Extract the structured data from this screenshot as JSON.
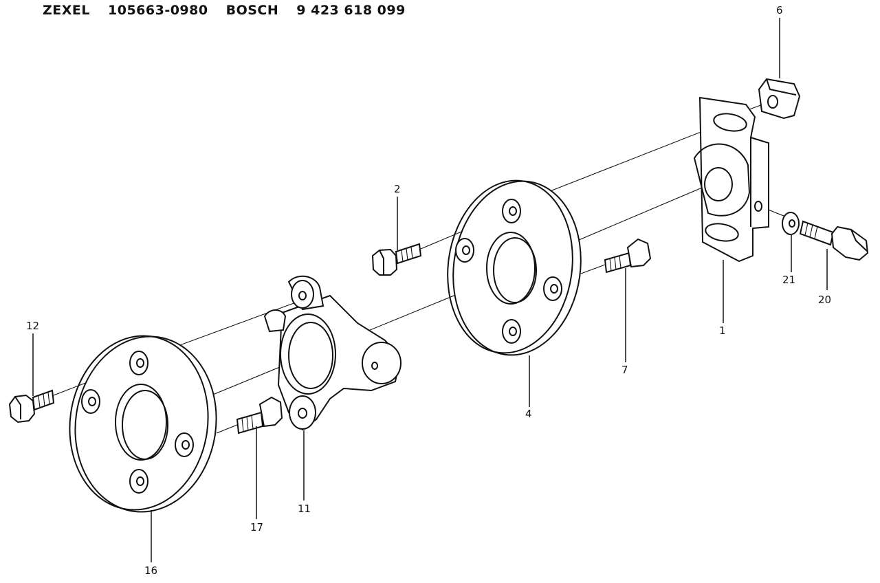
{
  "header": {
    "maker1": "ZEXEL",
    "code1": "105663-0980",
    "maker2": "BOSCH",
    "code2": "9 423 618 099"
  },
  "callouts": {
    "c1": "1",
    "c2": "2",
    "c4": "4",
    "c6": "6",
    "c7": "7",
    "c11": "11",
    "c12": "12",
    "c16": "16",
    "c17": "17",
    "c20": "20",
    "c21": "21"
  }
}
